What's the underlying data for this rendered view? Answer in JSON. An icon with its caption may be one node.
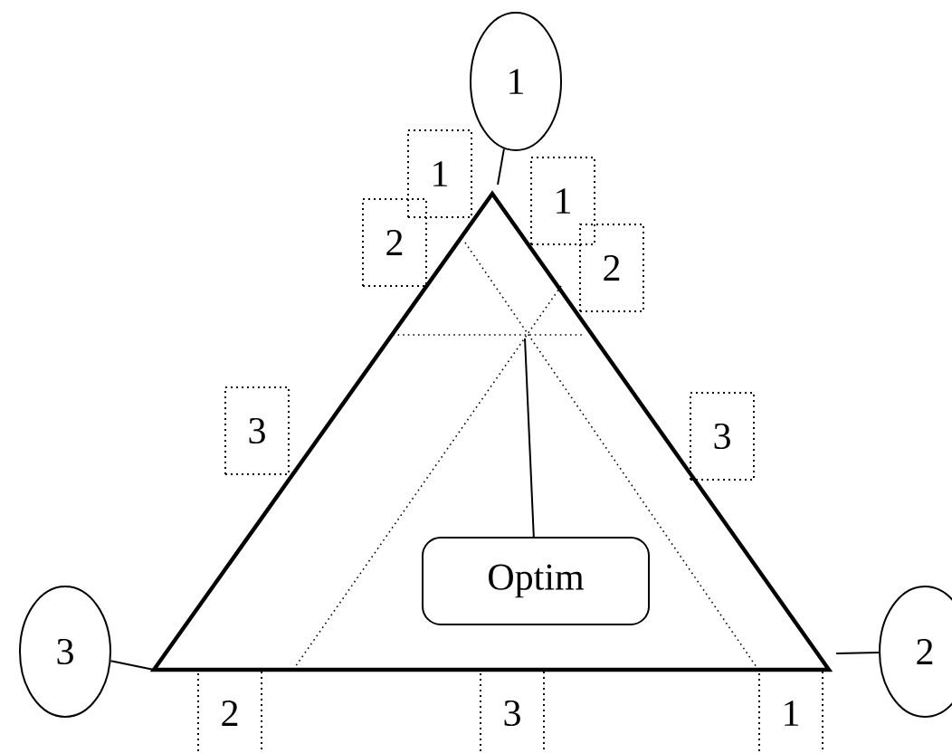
{
  "diagram": {
    "nodes": [
      {
        "text": [
          "1"
        ]
      },
      {
        "text": [
          "3"
        ]
      },
      {
        "text": [
          "2"
        ]
      },
      {
        "text": [
          "Optim"
        ]
      },
      {
        "text": [
          "1"
        ]
      },
      {
        "text": [
          "2"
        ]
      },
      {
        "text": [
          "1"
        ]
      },
      {
        "text": [
          "2"
        ]
      },
      {
        "text": [
          "3"
        ]
      },
      {
        "text": [
          "3"
        ]
      },
      {
        "text": [
          "2"
        ]
      },
      {
        "text": [
          "3"
        ]
      },
      {
        "text": [
          "1"
        ]
      }
    ],
    "edges": [
      {
        "from": 0,
        "to": null,
        "arrow": "none"
      },
      {
        "from": 1,
        "to": null,
        "arrow": "none"
      },
      {
        "from": 2,
        "to": null,
        "arrow": "none"
      },
      {
        "from": 3,
        "to": null,
        "arrow": "none"
      }
    ]
  }
}
